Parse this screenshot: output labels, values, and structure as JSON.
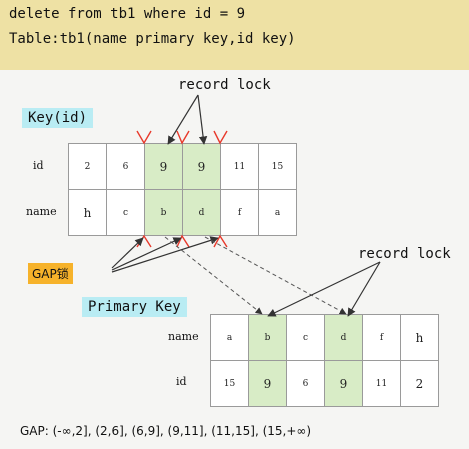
{
  "sql": {
    "line1": "delete from tb1 where id = 9",
    "line2": "Table:tb1(name primary key,id key)"
  },
  "key_id": {
    "label": "Key(id)",
    "row_labels": {
      "id": "id",
      "name": "name"
    },
    "ids": [
      "2",
      "6",
      "9",
      "9",
      "11",
      "15"
    ],
    "names": [
      "h",
      "c",
      "b",
      "d",
      "f",
      "a"
    ]
  },
  "primary_key": {
    "label": "Primary Key",
    "row_labels": {
      "name": "name",
      "id": "id"
    },
    "names": [
      "a",
      "b",
      "c",
      "d",
      "f",
      "h"
    ],
    "ids": [
      "15",
      "9",
      "6",
      "9",
      "11",
      "2"
    ]
  },
  "annotations": {
    "record_lock_top": "record lock",
    "record_lock_right": "record lock",
    "gap_lock": "GAP锁"
  },
  "gap_ranges": "GAP: (-∞,2], (2,6], (6,9], (9,11], (11,15], (15,+∞)",
  "colors": {
    "header_bg": "#eee1a4",
    "label_bg": "#b9ecf3",
    "highlight": "#d8ecc6",
    "gap_badge": "#f6b22a",
    "gap_marker": "#e8392b"
  }
}
